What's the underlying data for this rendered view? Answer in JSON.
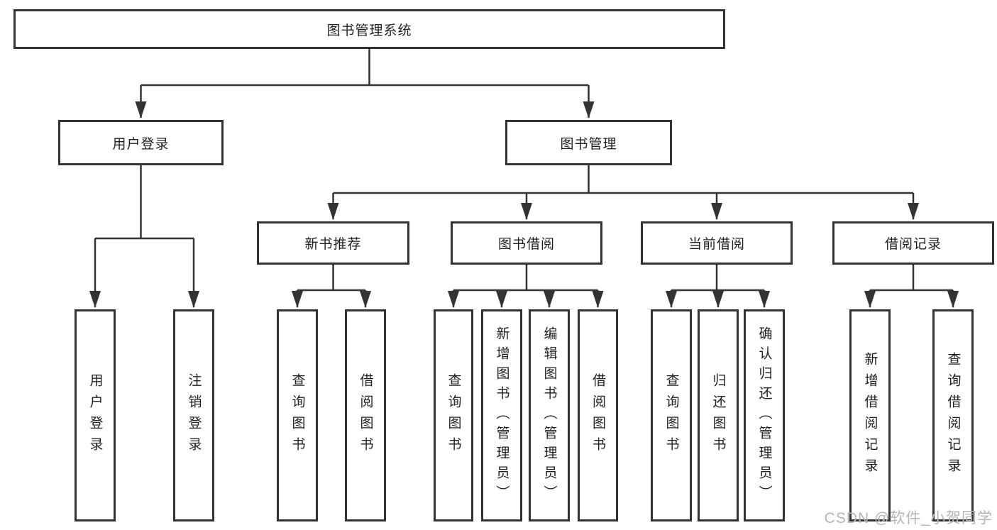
{
  "nodes": {
    "root": "图书管理系统",
    "user_login": "用户登录",
    "book_mgmt": "图书管理",
    "new_rec": "新书推荐",
    "book_borrow": "图书借阅",
    "current_borrow": "当前借阅",
    "borrow_records": "借阅记录",
    "ul_login": "用户登录",
    "ul_logout": "注销登录",
    "nr_query": "查询图书",
    "nr_borrow": "借阅图书",
    "bb_query": "查询图书",
    "bb_add": "新增图书（管理员）",
    "bb_edit": "编辑图书（管理员）",
    "bb_borrow": "借阅图书",
    "cb_query": "查询图书",
    "cb_return": "归还图书",
    "cb_confirm": "确认归还（管理员）",
    "br_add": "新增借阅记录",
    "br_query": "查询借阅记录"
  },
  "watermark": "CSDN @软件_小贺同学",
  "colors": {
    "line": "#333333",
    "text": "#1f1f1f",
    "watermark": "#b5b5b5",
    "background": "#ffffff"
  }
}
